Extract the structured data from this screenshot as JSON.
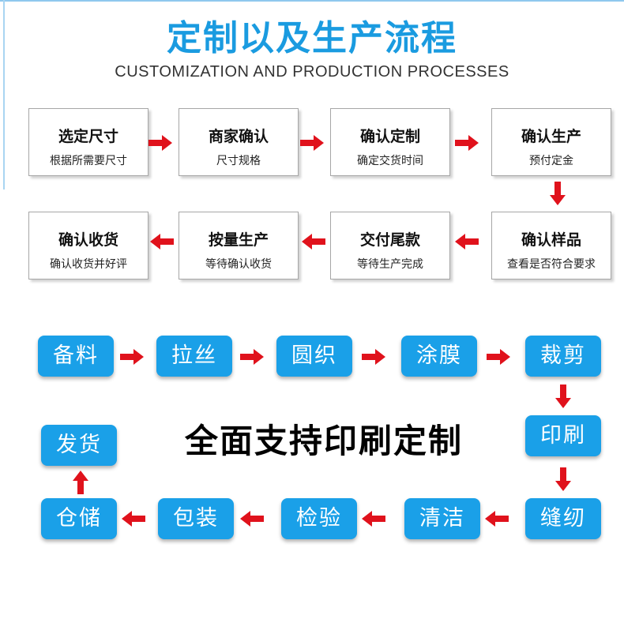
{
  "header": {
    "title": "定制以及生产流程",
    "subtitle": "CUSTOMIZATION AND PRODUCTION PROCESSES"
  },
  "steps": [
    {
      "title": "选定尺寸",
      "sub": "根据所需要尺寸"
    },
    {
      "title": "商家确认",
      "sub": "尺寸规格"
    },
    {
      "title": "确认定制",
      "sub": "确定交货时间"
    },
    {
      "title": "确认生产",
      "sub": "预付定金"
    },
    {
      "title": "确认样品",
      "sub": "查看是否符合要求"
    },
    {
      "title": "交付尾款",
      "sub": "等待生产完成"
    },
    {
      "title": "按量生产",
      "sub": "等待确认收货"
    },
    {
      "title": "确认收货",
      "sub": "确认收货并好评"
    }
  ],
  "production": {
    "steps": [
      "备料",
      "拉丝",
      "圆织",
      "涂膜",
      "裁剪",
      "印刷",
      "缝纫",
      "清洁",
      "检验",
      "包装",
      "仓储",
      "发货"
    ],
    "banner": "全面支持印刷定制"
  },
  "colors": {
    "title": "#1a9be0",
    "pill": "#1aa0e8",
    "arrow": "#e0121c"
  }
}
